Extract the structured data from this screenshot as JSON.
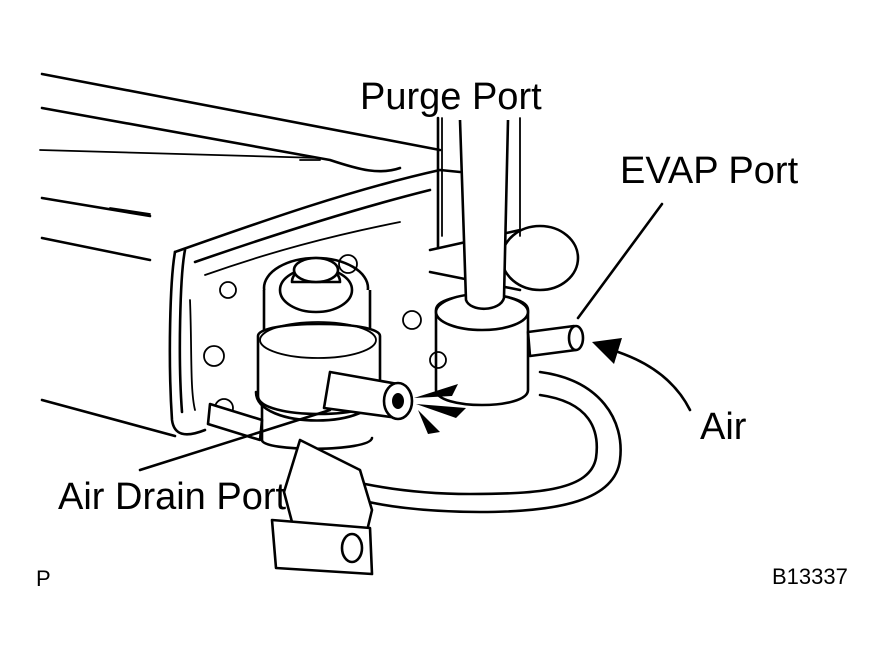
{
  "labels": {
    "purge_port": "Purge Port",
    "evap_port": "EVAP Port",
    "air": "Air",
    "air_drain_port": "Air Drain Port",
    "page_marker": "P",
    "figure_code": "B13337"
  },
  "colors": {
    "line": "#000000",
    "background": "#ffffff"
  }
}
